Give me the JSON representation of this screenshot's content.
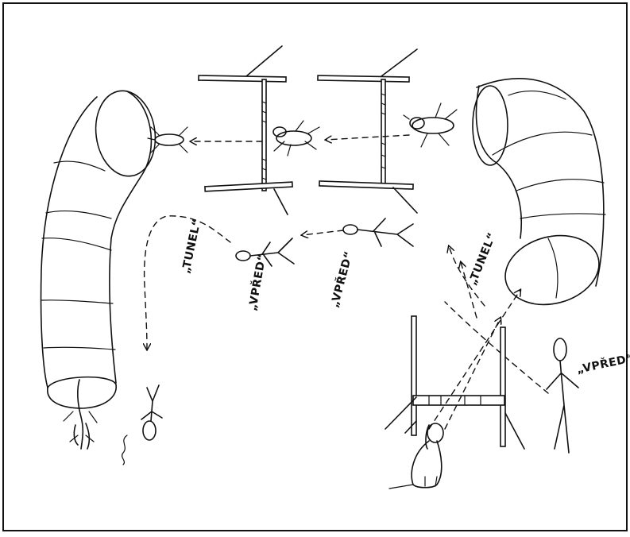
{
  "labels": {
    "tunel_left": "„TUNEL“",
    "vpred_left": "„VPŘED“",
    "vpred_mid": "„VPŘED“",
    "tunel_right": "„TUNEL“",
    "vpred_handler": "„VPŘED“"
  }
}
